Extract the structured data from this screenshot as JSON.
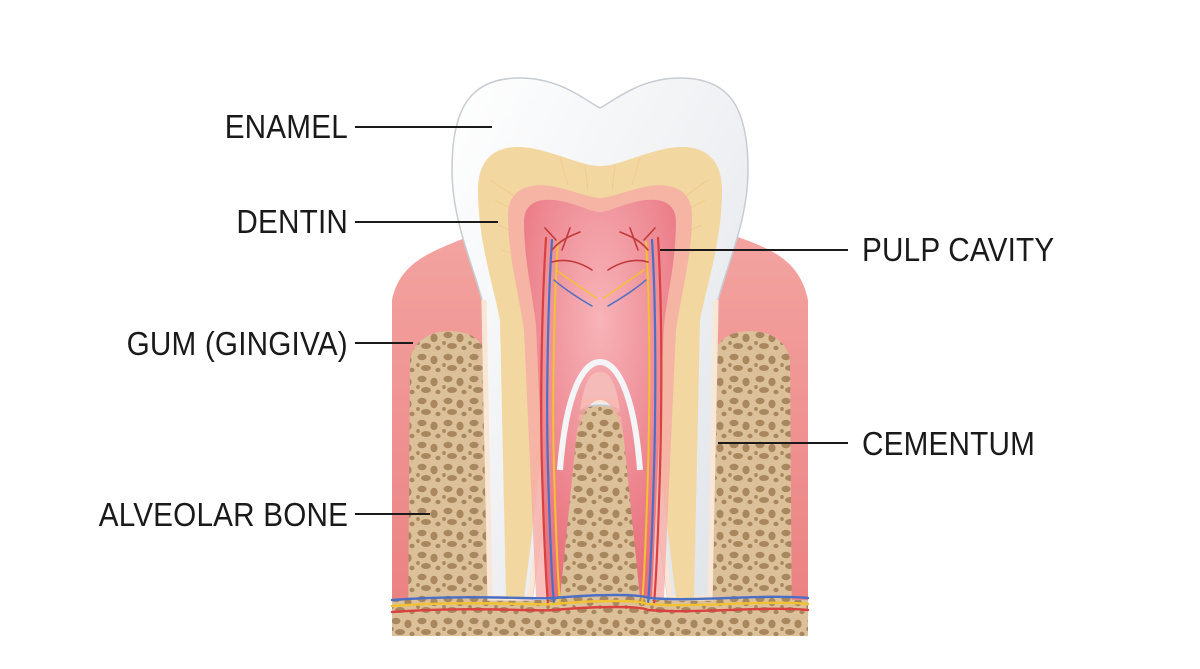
{
  "diagram": {
    "labels": {
      "enamel": "ENAMEL",
      "dentin": "DENTIN",
      "gum": "GUM (GINGIVA)",
      "alveolar_bone": "ALVEOLAR BONE",
      "pulp_cavity": "PULP CAVITY",
      "cementum": "CEMENTUM"
    },
    "colors": {
      "enamel": "#f4f5f7",
      "dentin": "#f2d7a0",
      "pulp": "#ee7f8a",
      "gum": "#ee8a88",
      "bone": "#dcc09a",
      "bone_pores": "#a9875e",
      "nerve": "#f1c232",
      "artery": "#d94040",
      "vein": "#4a6fc4",
      "leader_line": "#1a1a1a"
    }
  }
}
